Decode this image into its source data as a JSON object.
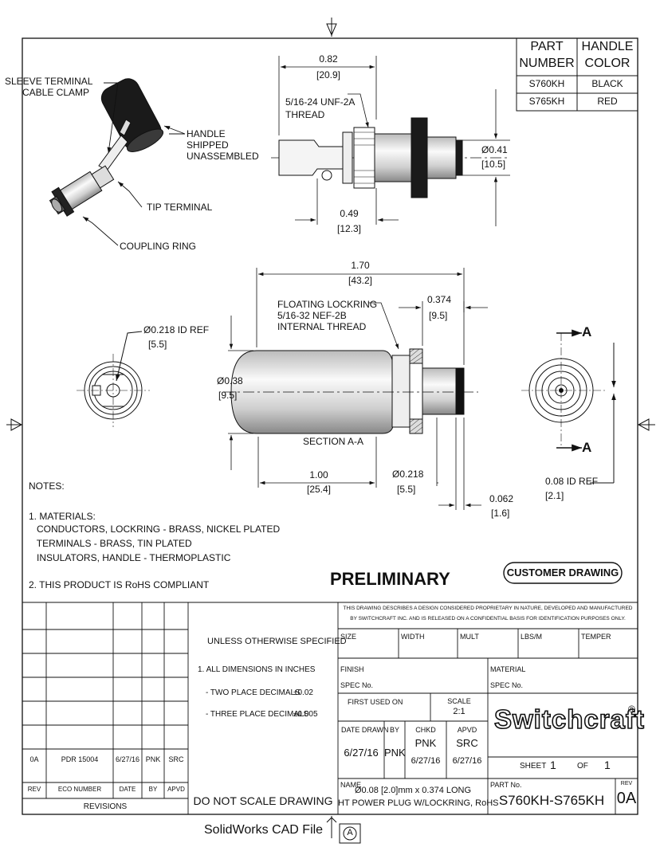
{
  "parts_table": {
    "col1_header": [
      "PART",
      "NUMBER"
    ],
    "col2_header": [
      "HANDLE",
      "COLOR"
    ],
    "rows": [
      {
        "part": "S760KH",
        "color": "BLACK"
      },
      {
        "part": "S765KH",
        "color": "RED"
      }
    ]
  },
  "callouts": {
    "sleeve": [
      "SLEEVE TERMINAL",
      "CABLE CLAMP"
    ],
    "handle": [
      "HANDLE",
      "SHIPPED",
      "UNASSEMBLED"
    ],
    "tip": "TIP TERMINAL",
    "coupling": "COUPLING RING",
    "thread": [
      "5/16-24 UNF-2A",
      "THREAD"
    ],
    "lockring": [
      "FLOATING LOCKRING",
      "5/16-32 NEF-2B",
      "INTERNAL THREAD"
    ],
    "section": "SECTION A-A",
    "section_mark": "A"
  },
  "dimensions": {
    "top_width": [
      "0.82",
      "[20.9]"
    ],
    "top_dia": [
      "Ø0.41",
      "[10.5]"
    ],
    "top_len": [
      "0.49",
      "[12.3]"
    ],
    "overall": [
      "1.70",
      "[43.2]"
    ],
    "lock_len": [
      "0.374",
      "[9.5]"
    ],
    "id_ref": [
      "Ø0.218 ID REF",
      "[5.5]"
    ],
    "body_dia": [
      "Ø0.38",
      "[9.5]"
    ],
    "handle_len": [
      "1.00",
      "[25.4]"
    ],
    "tip_dia": [
      "Ø0.218",
      "[5.5]"
    ],
    "tip_len": [
      "0.062",
      "[1.6]"
    ],
    "id_ref2": [
      "0.08 ID REF",
      "[2.1]"
    ]
  },
  "notes": {
    "heading": "NOTES:",
    "lines": [
      "1. MATERIALS:",
      "   CONDUCTORS, LOCKRING - BRASS, NICKEL PLATED",
      "   TERMINALS - BRASS, TIN PLATED",
      "   INSULATORS, HANDLE - THERMOPLASTIC"
    ],
    "rohs": "2. THIS PRODUCT IS RoHS COMPLIANT"
  },
  "stamps": {
    "preliminary": "PRELIMINARY",
    "customer": "CUSTOMER DRAWING"
  },
  "title_block": {
    "proprietary": [
      "THIS DRAWING DESCRIBES A DESIGN CONSIDERED PROPRIETARY IN NATURE, DEVELOPED AND MANUFACTURED",
      "BY SWITCHCRAFT INC. AND IS RELEASED ON A CONFIDENTIAL BASIS FOR IDENTIFICATION PURPOSES ONLY."
    ],
    "unless": "UNLESS OTHERWISE SPECIFIED",
    "tol1": "1. ALL DIMENSIONS IN INCHES",
    "tol2": "- TWO PLACE DECIMALS",
    "tol2v": "±0.02",
    "tol3": "- THREE PLACE DECIMALS",
    "tol3v": "±0.005",
    "size": "SIZE",
    "width": "WIDTH",
    "mult": "MULT",
    "lbs": "LBS/M",
    "temper": "TEMPER",
    "finish": "FINISH",
    "material": "MATERIAL",
    "spec1": "SPEC No.",
    "spec2": "SPEC No.",
    "first_used": "FIRST USED ON",
    "scale_label": "SCALE",
    "scale": "2:1",
    "date_drawn_label": "DATE DRAWN",
    "by_label": "BY",
    "chkd_label": "CHKD",
    "apvd_label": "APVD",
    "date_drawn": "6/27/16",
    "by": "PNK",
    "chkd": "PNK",
    "chkd_date": "6/27/16",
    "apvd": "SRC",
    "apvd_date": "6/27/16",
    "brand": "Switchcraft",
    "reg": "®",
    "sheet_label": "SHEET",
    "sheet": "1",
    "of_label": "OF",
    "of": "1",
    "name_label": "NAME",
    "name1": "Ø0.08 [2.0]mm x 0.374 LONG",
    "name2": "HT POWER PLUG W/LOCKRING, RoHS",
    "partno_label": "PART No.",
    "partno": "S760KH-S765KH",
    "rev_label": "REV",
    "rev": "0A",
    "do_not_scale": "DO NOT SCALE DRAWING"
  },
  "revisions": {
    "row": {
      "rev": "0A",
      "eco": "PDR 15004",
      "date": "6/27/16",
      "by": "PNK",
      "apvd": "SRC"
    },
    "headers": {
      "rev": "REV",
      "eco": "ECO NUMBER",
      "date": "DATE",
      "by": "BY",
      "apvd": "APVD"
    },
    "title": "REVISIONS"
  },
  "footer": {
    "cad": "SolidWorks CAD File",
    "marker": "A"
  }
}
